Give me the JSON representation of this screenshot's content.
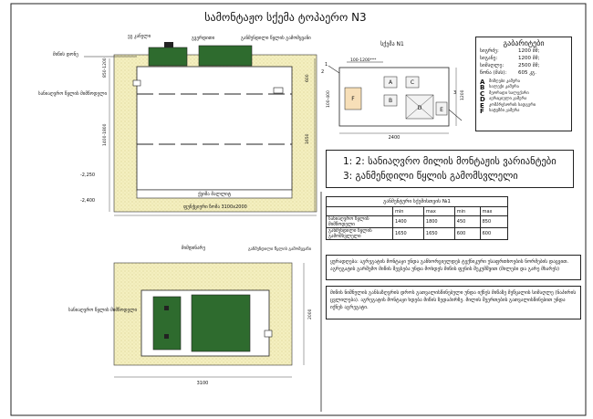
{
  "title": "სამონტაჟო სქემა ტოპაერო N3",
  "section": {
    "lid_label": "ეგ კანელი",
    "ground_label": "მიწის დონე",
    "cover_label": "გვერდითი",
    "outlet_label": "განმენდილი წყლის გამომყვანი",
    "inlet_label": "სანიაღვრო წყლის მიმწოდელი",
    "dims": [
      "850-1200",
      "600",
      "1650",
      "1400-1800"
    ],
    "levels": [
      "-2,250",
      "-2,400"
    ],
    "base_label": "ქვიშა მალლიტ",
    "pit_label": "ფუნქციური ზომა 3100x2000"
  },
  "scheme": {
    "title": "სქემა N1",
    "pipe_label": "100-1200***",
    "width_dim": "2400",
    "side_dims": [
      "100-400",
      "1200"
    ],
    "markers": [
      "1",
      "2",
      "3"
    ],
    "letters": [
      "A",
      "B",
      "C",
      "D",
      "E",
      "F"
    ]
  },
  "specs": {
    "title": "გაბარიტები",
    "rows": [
      {
        "label": "სიგრძე:",
        "value": "1200 მმ;"
      },
      {
        "label": "სიგანე:",
        "value": "1200 მმ;"
      },
      {
        "label": "სიმაღლე:",
        "value": "2500 მმ;"
      },
      {
        "label": "წონა (მას):",
        "value": "605 კგ."
      }
    ],
    "legend": [
      {
        "letter": "A",
        "text": "მიმღები კამერა"
      },
      {
        "letter": "B",
        "text": "სალექი კამერა"
      },
      {
        "letter": "C",
        "text": "მეორადი სალექარი"
      },
      {
        "letter": "D",
        "text": "აერაციული კამერა"
      },
      {
        "letter": "E",
        "text": "კომპრესორის სადგური"
      },
      {
        "letter": "F",
        "text": "სატუმბი კამერა"
      }
    ]
  },
  "variants": [
    "1: 2: სანიაღვრო მილის მონტაჟის ვარიანტები",
    "3: განმენდილი წყლის გამომსვლელი"
  ],
  "table": {
    "title": "განმენტური სქემისთვის №1",
    "headers": [
      "",
      "min",
      "max",
      "min",
      "max"
    ],
    "rows": [
      [
        "სანიაღვრო წყლის მიმწოდელი",
        "1400",
        "1800",
        "450",
        "850"
      ],
      [
        "განმენდილი წყლის გამომსვლელი",
        "1650",
        "1650",
        "600",
        "600"
      ]
    ]
  },
  "plan": {
    "top_label": "მიმდინარე",
    "outlet_label": "განმენდილი წყლის გამომყვანი",
    "inlet_label": "სანიაღვრო წყლის მიმწოდელი",
    "width_dim": "3100",
    "height_dim": "2000"
  },
  "notes": [
    "ყურადღება: აგრეგატის მონტაჟი უნდა განხორციელდეს ტექნიკური უსაფრთხოების ნორმების დაცვით. აგრეგატის გარშემო მიწის შევსება უნდა მოხდეს მიწის ფენის შეკუმშვით (მილები და გარე მხარეს)",
    "მიწის ნიშნულის განსაზღვრის დროს გათვალისწინებული უნდა იქნეს მიწაზე მეწყალის სიმაღლე (ნაპირის ცვლილება). აგრეგატის მონტაჟი ხდება მიწის ზედაპირზე. მილის შეერთების გათვალისწინებით უნდა იქნეს აგრეგატი."
  ]
}
